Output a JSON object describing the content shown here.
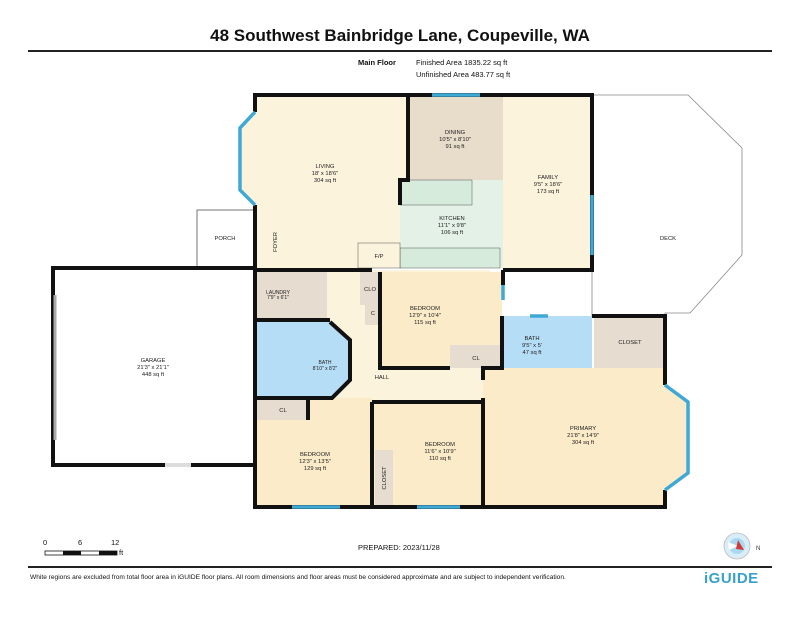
{
  "header": {
    "title": "48 Southwest Bainbridge Lane, Coupeville, WA"
  },
  "floor_info": {
    "floor_name": "Main Floor",
    "finished_area": "Finished Area 1835.22 sq ft",
    "unfinished_area": "Unfinished Area 483.77 sq ft"
  },
  "rooms": {
    "living": {
      "name": "LIVING",
      "dims": "18' x 18'6\"",
      "area": "304 sq ft"
    },
    "dining": {
      "name": "DINING",
      "dims": "10'5\" x 8'10\"",
      "area": "91 sq ft"
    },
    "kitchen": {
      "name": "KITCHEN",
      "dims": "11'1\" x 9'8\"",
      "area": "106 sq ft"
    },
    "family": {
      "name": "FAMILY",
      "dims": "9'5\" x 18'6\"",
      "area": "173 sq ft"
    },
    "deck": {
      "name": "DECK"
    },
    "porch": {
      "name": "PORCH"
    },
    "foyer": {
      "name": "FOYER"
    },
    "fp": {
      "name": "F/P"
    },
    "garage": {
      "name": "GARAGE",
      "dims": "21'3\" x 21'1\"",
      "area": "448 sq ft"
    },
    "laundry": {
      "name": "LAUNDRY",
      "dims": "7'9\" x 6'1\""
    },
    "bath1": {
      "name": "BATH",
      "dims": "8'10\" x 8'2\""
    },
    "clo": {
      "name": "CLO"
    },
    "c": {
      "name": "C"
    },
    "bedroom1": {
      "name": "BEDROOM",
      "dims": "12'9\" x 10'4\"",
      "area": "115 sq ft"
    },
    "cl1": {
      "name": "CL"
    },
    "hall": {
      "name": "HALL"
    },
    "bath2": {
      "name": "BATH",
      "dims": "9'5\" x 5'",
      "area": "47 sq ft"
    },
    "closet_primary": {
      "name": "CLOSET"
    },
    "primary": {
      "name": "PRIMARY",
      "dims": "21'8\" x 14'9\"",
      "area": "304 sq ft"
    },
    "cl2": {
      "name": "CL"
    },
    "bedroom2": {
      "name": "BEDROOM",
      "dims": "12'3\" x 13'5\"",
      "area": "129 sq ft"
    },
    "bedroom3": {
      "name": "BEDROOM",
      "dims": "11'6\" x 10'9\"",
      "area": "110 sq ft"
    },
    "closet3": {
      "name": "CLOSET"
    }
  },
  "scale": {
    "t0": "0",
    "t1": "6",
    "t2": "12",
    "unit": "ft"
  },
  "prepared": "PREPARED: 2023/11/28",
  "footer": {
    "disclaimer": "White regions are excluded from total floor area in iGUIDE floor plans. All room dimensions and floor areas must be considered approximate and are subject to independent verification.",
    "logo": "iGUIDE"
  },
  "colors": {
    "wall": "#111111",
    "window": "#3fa9d6",
    "living": "#fcf3dd",
    "bedroom": "#fcebc8",
    "dining": "#e8dccb",
    "kitchen": "#e3f1e7",
    "bath": "#b5def6",
    "closet": "#e6dccf"
  }
}
